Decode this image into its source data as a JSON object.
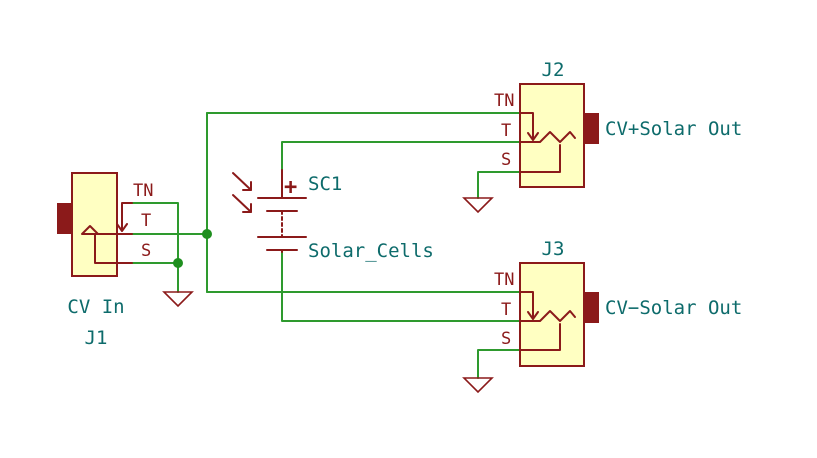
{
  "components": {
    "j1": {
      "ref": "J1",
      "value": "CV In",
      "pins": {
        "tn": "TN",
        "t": "T",
        "s": "S"
      }
    },
    "j2": {
      "ref": "J2",
      "value": "CV+Solar Out",
      "pins": {
        "tn": "TN",
        "t": "T",
        "s": "S"
      }
    },
    "j3": {
      "ref": "J3",
      "value": "CV−Solar Out",
      "pins": {
        "tn": "TN",
        "t": "T",
        "s": "S"
      }
    },
    "sc1": {
      "ref": "SC1",
      "value": "Solar_Cells",
      "plus": "+"
    }
  },
  "colors": {
    "wire": "#2e9a2e",
    "component": "#8b1a1a",
    "component_fill": "#ffffc2",
    "label": "#0d6b6b",
    "junction": "#1f8f1f"
  }
}
